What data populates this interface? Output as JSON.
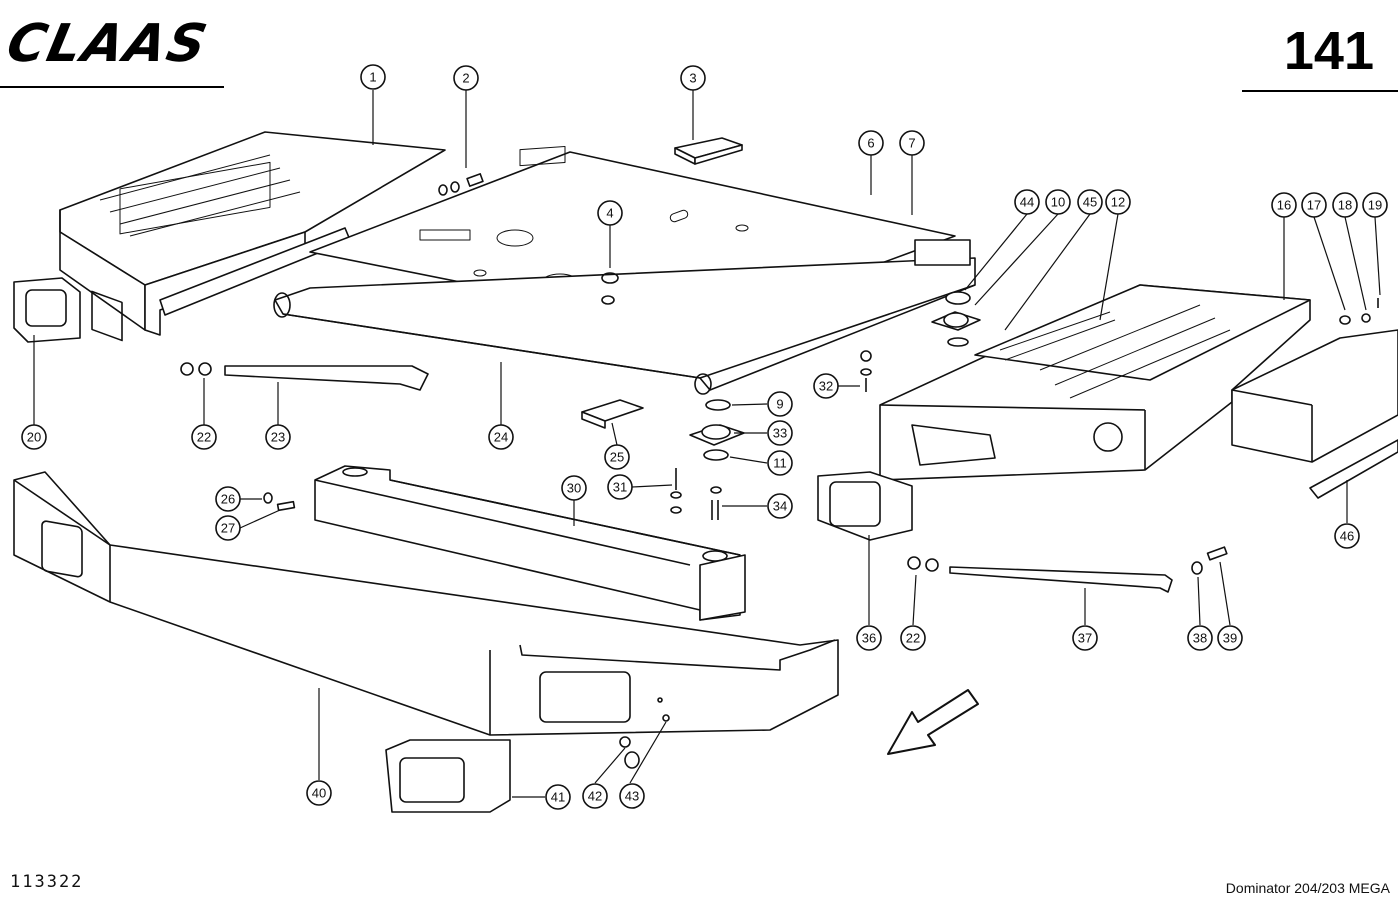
{
  "header": {
    "brand": "CLAAS",
    "page_number": "141"
  },
  "footer": {
    "doc_id": "113322",
    "model": "Dominator 204/203 MEGA"
  },
  "callouts": [
    "1",
    "2",
    "3",
    "4",
    "6",
    "7",
    "9",
    "10",
    "11",
    "12",
    "16",
    "17",
    "18",
    "19",
    "20",
    "22",
    "22",
    "23",
    "24",
    "25",
    "26",
    "27",
    "30",
    "31",
    "32",
    "33",
    "34",
    "36",
    "37",
    "38",
    "39",
    "40",
    "41",
    "42",
    "43",
    "44",
    "45",
    "46"
  ]
}
